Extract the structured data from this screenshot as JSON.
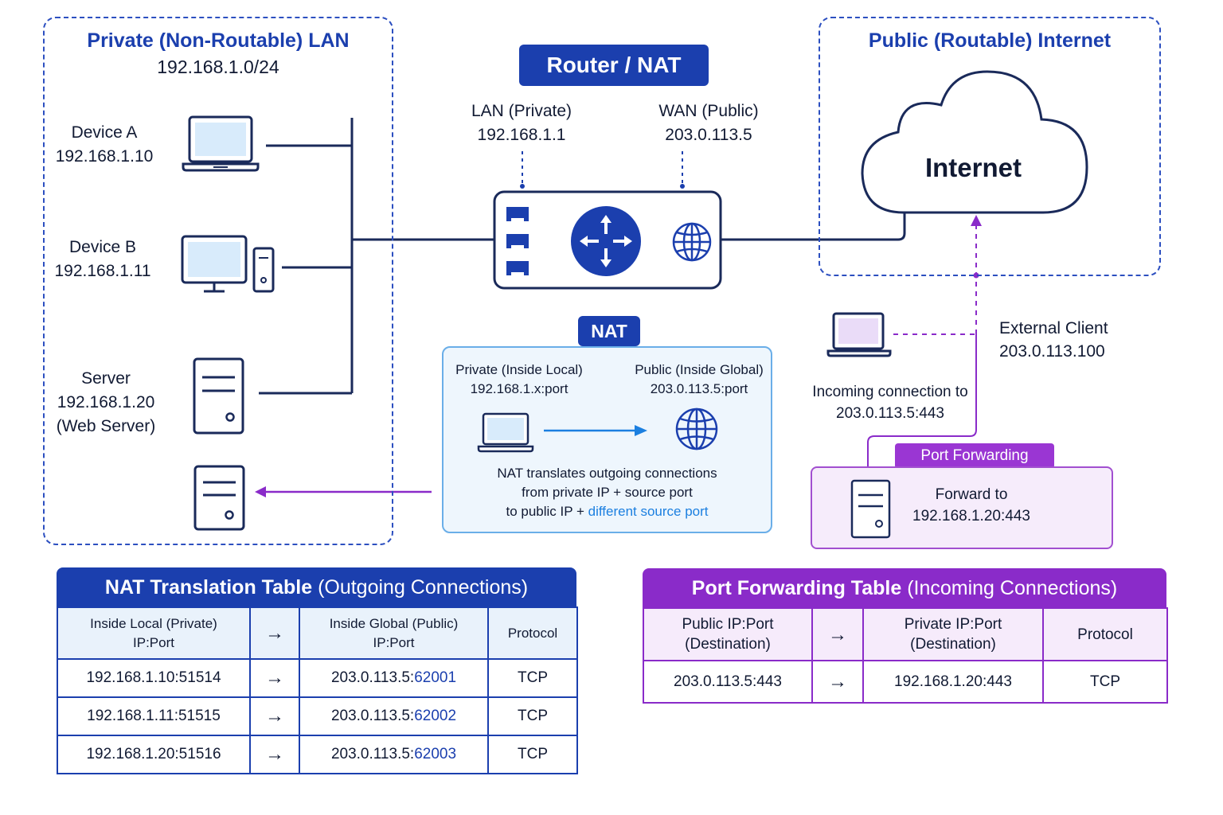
{
  "lan": {
    "title": "Private (Non-Routable) LAN",
    "subnet": "192.168.1.0/24",
    "devices": [
      {
        "name": "Device A",
        "ip": "192.168.1.10",
        "icon": "laptop-icon"
      },
      {
        "name": "Device B",
        "ip": "192.168.1.11",
        "icon": "desktop-icon"
      },
      {
        "name": "Server",
        "ip": "192.168.1.20",
        "note": "(Web Server)",
        "icon": "server-icon"
      }
    ]
  },
  "router": {
    "title": "Router / NAT",
    "lan_label": "LAN (Private)",
    "lan_ip": "192.168.1.1",
    "wan_label": "WAN (Public)",
    "wan_ip": "203.0.113.5"
  },
  "internet": {
    "title": "Public (Routable) Internet",
    "cloud_label": "Internet"
  },
  "nat": {
    "badge": "NAT",
    "private_label": "Private (Inside Local)",
    "private_value": "192.168.1.x:port",
    "public_label": "Public (Inside Global)",
    "public_value": "203.0.113.5:port",
    "line1": "NAT translates outgoing connections",
    "line2": "from private IP + source port",
    "line3_prefix": "to public IP + ",
    "line3_highlight": "different source port"
  },
  "external": {
    "label": "External Client",
    "ip": "203.0.113.100",
    "incoming_line1": "Incoming connection to",
    "incoming_line2": "203.0.113.5:443"
  },
  "port_forwarding": {
    "badge": "Port Forwarding",
    "forward_label": "Forward to",
    "forward_target": "192.168.1.20:443"
  },
  "nat_table": {
    "title_main": "NAT Translation Table",
    "title_sub": "(Outgoing Connections)",
    "headers": [
      "Inside Local (Private)",
      "IP:Port",
      "→",
      "Inside Global (Public)",
      "IP:Port",
      "Protocol"
    ],
    "rows": [
      {
        "local": "192.168.1.10:51514",
        "arrow": "→",
        "global_prefix": "203.0.113.5:",
        "global_port": "62001",
        "protocol": "TCP"
      },
      {
        "local": "192.168.1.11:51515",
        "arrow": "→",
        "global_prefix": "203.0.113.5:",
        "global_port": "62002",
        "protocol": "TCP"
      },
      {
        "local": "192.168.1.20:51516",
        "arrow": "→",
        "global_prefix": "203.0.113.5:",
        "global_port": "62003",
        "protocol": "TCP"
      }
    ]
  },
  "pf_table": {
    "title_main": "Port Forwarding Table",
    "title_sub": "(Incoming Connections)",
    "headers": [
      "Public IP:Port",
      "(Destination)",
      "→",
      "Private IP:Port",
      "(Destination)",
      "Protocol"
    ],
    "rows": [
      {
        "public": "203.0.113.5:443",
        "arrow": "→",
        "private": "192.168.1.20:443",
        "protocol": "TCP"
      }
    ]
  },
  "colors": {
    "primary_blue": "#1b3fae",
    "light_blue": "#1b7fe0",
    "purple": "#8a2bc9",
    "navy": "#111a33"
  }
}
